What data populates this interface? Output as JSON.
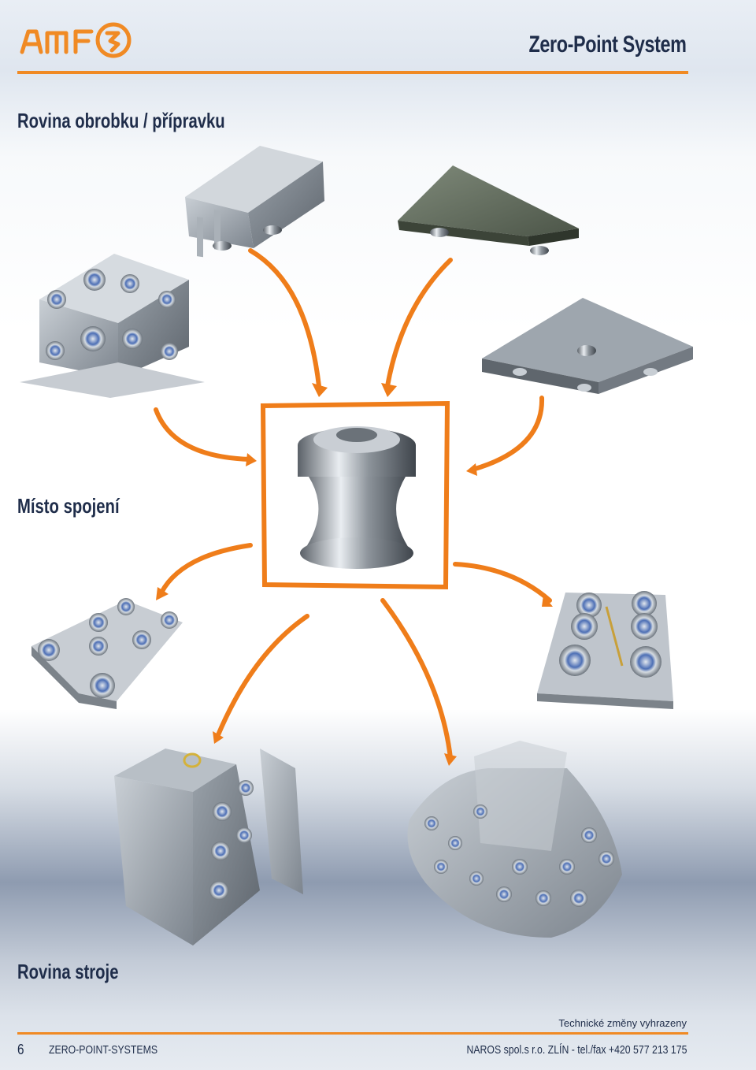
{
  "header": {
    "logo_text": "amf",
    "title": "Zero-Point System"
  },
  "sections": {
    "workpiece_plane": "Rovina obrobku / přípravku",
    "connection_point": "Místo spojení",
    "machine_plane": "Rovina stroje"
  },
  "footer": {
    "note": "Technické změny vyhrazeny",
    "page_number": "6",
    "left_text": "ZERO-POINT-SYSTEMS",
    "right_text": "NAROS spol.s r.o. ZLÍN - tel./fax +420 577 213 175"
  },
  "colors": {
    "accent_orange": "#f08a24",
    "text_navy": "#1f2d4a",
    "steel_gray": "#8a939c"
  },
  "illustrations": [
    "slotted-fixture-block-icon",
    "green-fixture-plate-icon",
    "four-sided-cube-fixture-icon",
    "square-pallet-plate-icon",
    "clamping-nipple-icon",
    "eight-module-base-plate-icon",
    "six-module-pallet-icon",
    "tombstone-fixture-icon",
    "round-multi-module-table-icon"
  ]
}
